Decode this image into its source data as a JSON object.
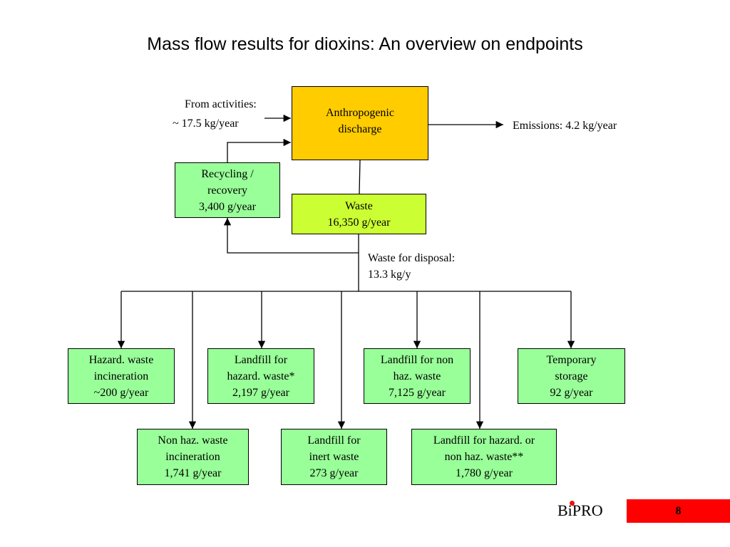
{
  "title": "Mass flow results for dioxins: An overview on endpoints",
  "colors": {
    "anthropogenic": "#ffcc00",
    "waste": "#ccff33",
    "endpoint": "#99ff99",
    "page_number_bg": "#ff0000",
    "logo_dot": "#ee1111"
  },
  "inflow": {
    "line1": "From activities:",
    "line2": "~ 17.5 kg/year"
  },
  "anthropogenic": {
    "line1": "Anthropogenic",
    "line2": "discharge"
  },
  "emissions": {
    "label": "Emissions: 4.2 kg/year"
  },
  "recycling": {
    "line1": "Recycling /",
    "line2": "recovery",
    "line3": "3,400 g/year"
  },
  "waste": {
    "line1": "Waste",
    "line2": "16,350 g/year"
  },
  "disposal": {
    "line1": "Waste for disposal:",
    "line2": "13.3 kg/y"
  },
  "endpoints_row1": [
    {
      "line1": "Hazard. waste",
      "line2": "incineration",
      "line3": "~200 g/year"
    },
    {
      "line1": "Landfill for",
      "line2": "hazard. waste*",
      "line3": "2,197 g/year"
    },
    {
      "line1": "Landfill for non",
      "line2": "haz. waste",
      "line3": "7,125 g/year"
    },
    {
      "line1": "Temporary",
      "line2": "storage",
      "line3": "92 g/year"
    }
  ],
  "endpoints_row2": [
    {
      "line1": "Non haz. waste",
      "line2": "incineration",
      "line3": "1,741 g/year"
    },
    {
      "line1": "Landfill for",
      "line2": "inert waste",
      "line3": "273 g/year"
    },
    {
      "line1": "Landfill for hazard. or",
      "line2": "non haz. waste**",
      "line3": "1,780 g/year"
    }
  ],
  "footer": {
    "logo": "BiPRO",
    "page_number": "8"
  }
}
